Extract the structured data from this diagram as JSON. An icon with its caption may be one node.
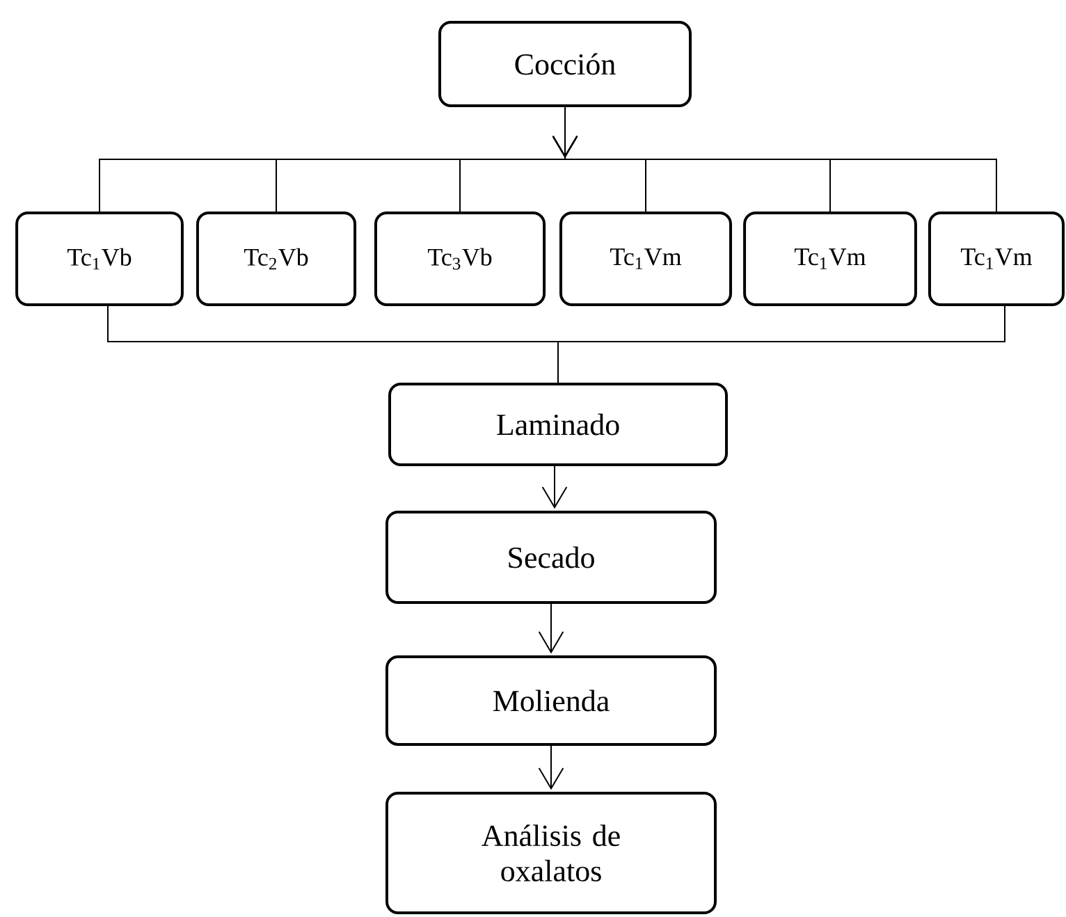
{
  "diagram": {
    "nodes": [
      {
        "text": [
          "Cocción"
        ]
      },
      {
        "text": [
          "Tc$_{1}$Vb"
        ]
      },
      {
        "text": [
          "Tc$_{2}$Vb"
        ]
      },
      {
        "text": [
          "Tc$_{3}$Vb"
        ]
      },
      {
        "text": [
          "Tc$_{1}$Vm"
        ]
      },
      {
        "text": [
          "Tc$_{1}$Vm"
        ]
      },
      {
        "text": [
          "Tc$_{1}$Vm"
        ]
      },
      {
        "text": [
          "Laminado"
        ]
      },
      {
        "text": [
          "Secado"
        ]
      },
      {
        "text": [
          "Molienda"
        ]
      },
      {
        "text": [
          "Análisis de oxalatos"
        ]
      }
    ],
    "edges": [
      {
        "from": 0,
        "to": 1,
        "arrow": "to"
      },
      {
        "from": 0,
        "to": 2,
        "arrow": "to"
      },
      {
        "from": 0,
        "to": 3,
        "arrow": "to"
      },
      {
        "from": 0,
        "to": 4,
        "arrow": "to"
      },
      {
        "from": 0,
        "to": 5,
        "arrow": "to"
      },
      {
        "from": 0,
        "to": 6,
        "arrow": "to"
      },
      {
        "from": 1,
        "to": 7,
        "arrow": "none"
      },
      {
        "from": 6,
        "to": 7,
        "arrow": "none"
      },
      {
        "from": 7,
        "to": 8,
        "arrow": "to"
      },
      {
        "from": 8,
        "to": 9,
        "arrow": "to"
      },
      {
        "from": 9,
        "to": 10,
        "arrow": "to"
      }
    ]
  }
}
